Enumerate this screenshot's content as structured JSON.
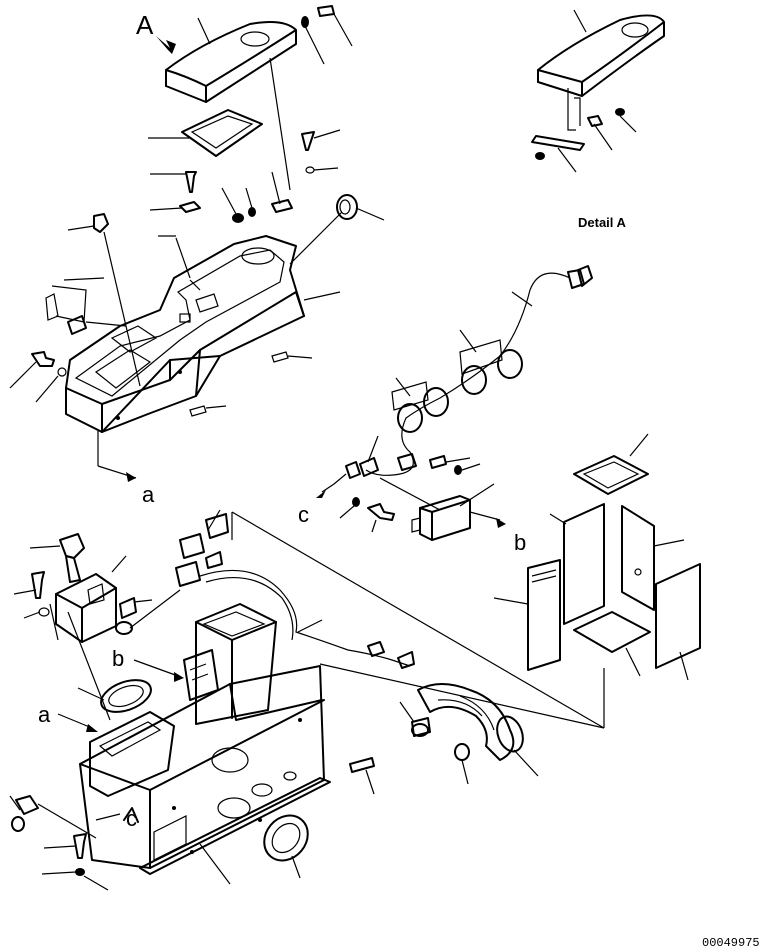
{
  "view_label": "A",
  "detail_caption": "Detail A",
  "ref_labels": {
    "a": "a",
    "b": "b",
    "c": "c"
  },
  "drawing_number": "00049975"
}
